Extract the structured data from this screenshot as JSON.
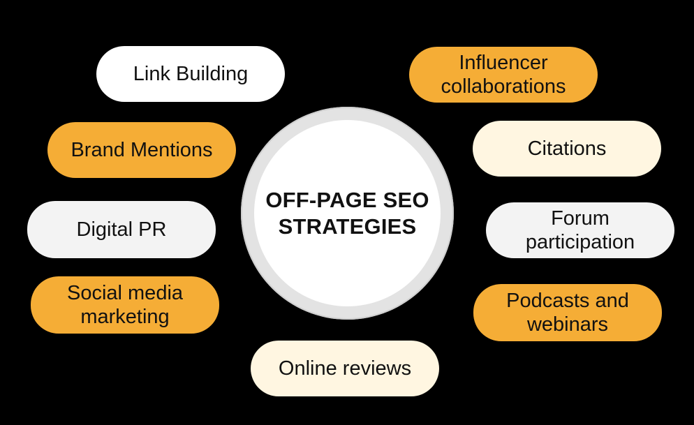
{
  "center": {
    "title": "OFF-PAGE SEO STRATEGIES"
  },
  "strategies": {
    "link_building": "Link Building",
    "brand_mentions": "Brand Mentions",
    "digital_pr": "Digital PR",
    "social_media_marketing": "Social media marketing",
    "influencer_collaborations": "Influencer collaborations",
    "citations": "Citations",
    "forum_participation": "Forum participation",
    "podcasts_and_webinars": "Podcasts and webinars",
    "online_reviews": "Online reviews"
  },
  "colors": {
    "background": "#000000",
    "orange": "#f5ad36",
    "cream": "#fff6e1",
    "white": "#ffffff",
    "light_gray": "#f3f3f3"
  }
}
